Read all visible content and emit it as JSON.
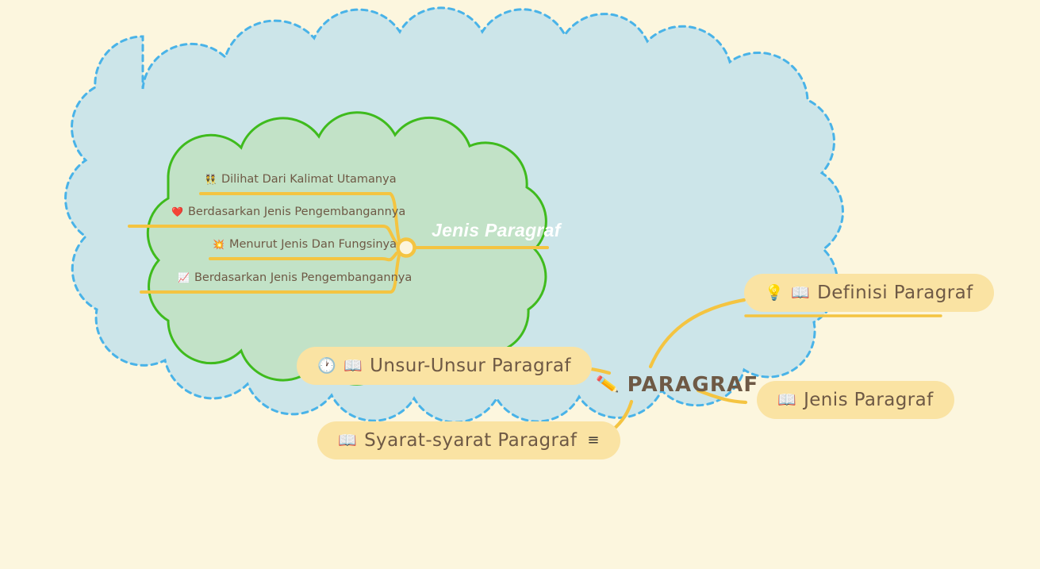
{
  "canvas": {
    "background_color": "#FCF6DE",
    "outer_cloud_fill": "#CCE5E9",
    "outer_cloud_border": "#49B3E8",
    "inner_cloud_fill": "#C2E2C7",
    "inner_cloud_border": "#3FBB1D",
    "connector_color": "#F4C441",
    "node_fill": "#FAE3A3",
    "node_text_color": "#6E5945",
    "cloud_title_color": "#FFFFFF"
  },
  "center": {
    "label": "PARAGRAF",
    "emoji": "✏️",
    "emoji_name": "pencil-icon"
  },
  "branches": [
    {
      "id": "definisi-paragraf",
      "label": "Definisi Paragraf",
      "emojis": [
        "💡",
        "📖"
      ],
      "emoji_names": [
        "lightbulb-icon",
        "open-book-icon"
      ]
    },
    {
      "id": "jenis-paragraf-right",
      "label": "Jenis Paragraf",
      "emojis": [
        "📖"
      ],
      "emoji_names": [
        "open-book-icon"
      ]
    },
    {
      "id": "unsur-unsur-paragraf",
      "label": "Unsur-Unsur Paragraf",
      "emojis": [
        "🕐",
        "📖"
      ],
      "emoji_names": [
        "clock-icon",
        "open-book-icon"
      ]
    },
    {
      "id": "syarat-syarat-paragraf",
      "label": "Syarat-syarat Paragraf",
      "emojis": [
        "📖"
      ],
      "emoji_names": [
        "open-book-icon"
      ],
      "trail_icon": "≡",
      "trail_icon_name": "add-to-list-icon"
    }
  ],
  "green_cloud": {
    "title": "Jenis Paragraf",
    "leaves": [
      {
        "id": "dilihat-dari-kalimat-utamanya",
        "label": "Dilihat Dari Kalimat Utamanya",
        "emoji": "👯",
        "emoji_name": "people-with-bunny-ears-icon"
      },
      {
        "id": "berdasarkan-jenis-pengembangannya-1",
        "label": "Berdasarkan Jenis Pengembangannya",
        "emoji": "❤️",
        "emoji_name": "red-heart-icon"
      },
      {
        "id": "menurut-jenis-dan-fungsinya",
        "label": "Menurut Jenis Dan Fungsinya",
        "emoji": "💥",
        "emoji_name": "collision-burst-icon"
      },
      {
        "id": "berdasarkan-jenis-pengembangannya-2",
        "label": "Berdasarkan Jenis Pengembangannya",
        "emoji": "📈",
        "emoji_name": "chart-increasing-icon"
      }
    ]
  }
}
